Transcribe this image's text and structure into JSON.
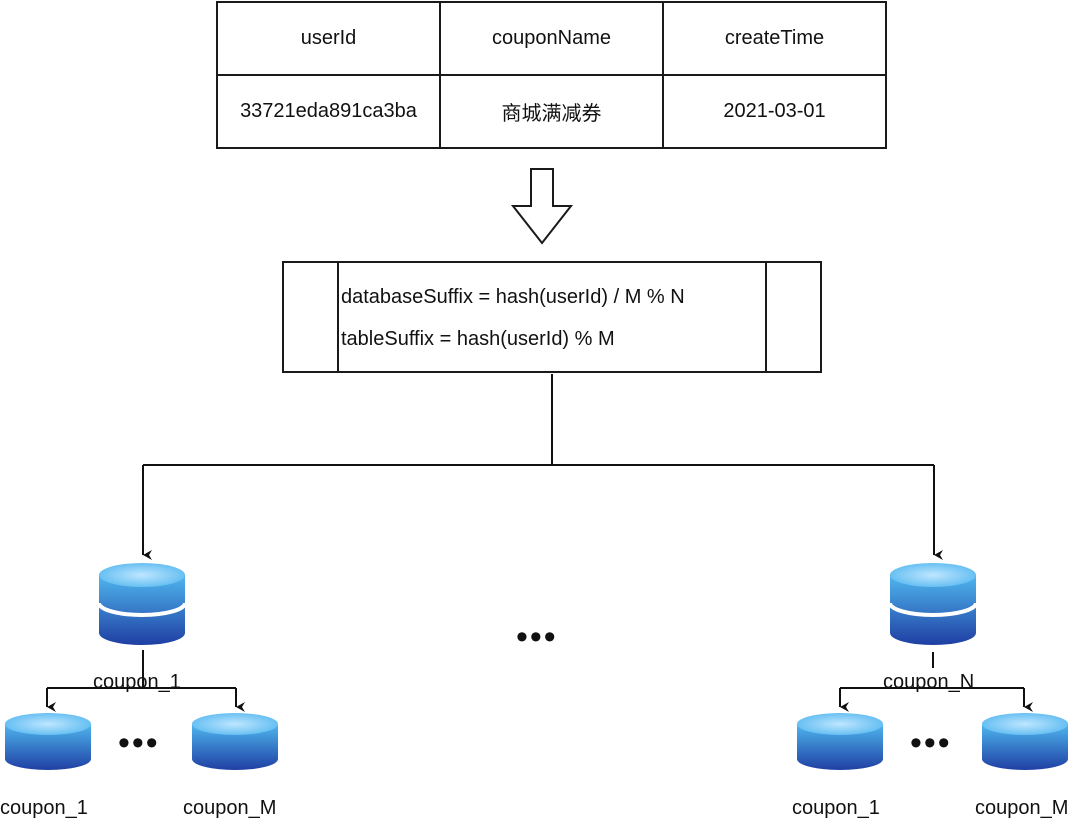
{
  "table": {
    "headers": [
      "userId",
      "couponName",
      "createTime"
    ],
    "row": [
      "33721eda891ca3ba",
      "商城满减券",
      "2021-03-01"
    ]
  },
  "formula": {
    "line1": "databaseSuffix = hash(userId) / M % N",
    "line2": "tableSuffix = hash(userId) % M"
  },
  "databases": {
    "left_db": "coupon_1",
    "right_db": "coupon_N",
    "left_tables": [
      "coupon_1",
      "coupon_M"
    ],
    "right_tables": [
      "coupon_1",
      "coupon_M"
    ]
  },
  "ellipsis": "•••",
  "colors": {
    "db_top": "#4fb6ee",
    "db_bottom": "#1f3fa3",
    "line": "#111111"
  }
}
